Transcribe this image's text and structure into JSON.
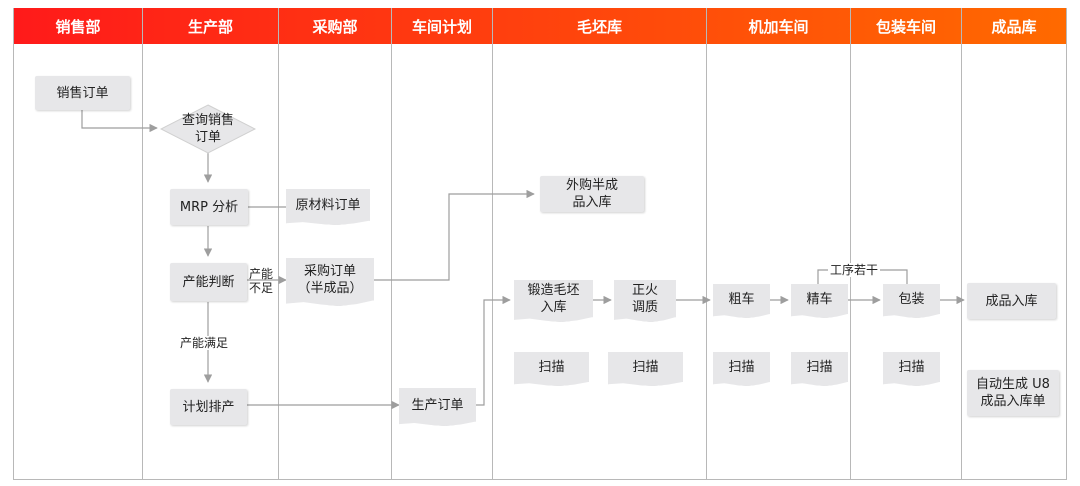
{
  "colors": {
    "header_gradient_start": "#ff1a1a",
    "header_gradient_end": "#ff6a00",
    "node_fill": "#e7e7e9",
    "edge": "#9e9e9e"
  },
  "lanes": [
    {
      "label": "销售部"
    },
    {
      "label": "生产部"
    },
    {
      "label": "采购部"
    },
    {
      "label": "车间计划"
    },
    {
      "label": "毛坯库"
    },
    {
      "label": "机加车间"
    },
    {
      "label": "包装车间"
    },
    {
      "label": "成品库"
    }
  ],
  "nodes": {
    "sales_order": "销售订单",
    "query_sales_order": "查询销售\n订单",
    "mrp_analysis": "MRP 分析",
    "capacity_judgment": "产能判断",
    "schedule": "计划排产",
    "raw_material_order": "原材料订单",
    "purchase_order": "采购订单\n（半成品）",
    "production_order": "生产订单",
    "outsourced_semi_inbound": "外购半成\n品入库",
    "forge_blank_inbound": "锻造毛坯\n入库",
    "normalize_temper": "正火\n调质",
    "scan_blank_1": "扫描",
    "scan_blank_2": "扫描",
    "rough_turning": "粗车",
    "finish_turning": "精车",
    "scan_machining_1": "扫描",
    "scan_machining_2": "扫描",
    "packaging": "包装",
    "scan_packaging": "扫描",
    "finished_inbound": "成品入库",
    "auto_generate_u8": "自动生成 U8\n成品入库单"
  },
  "edge_labels": {
    "capacity_short": "产能\n不足",
    "capacity_ok": "产能满足",
    "several_processes": "工序若干"
  }
}
